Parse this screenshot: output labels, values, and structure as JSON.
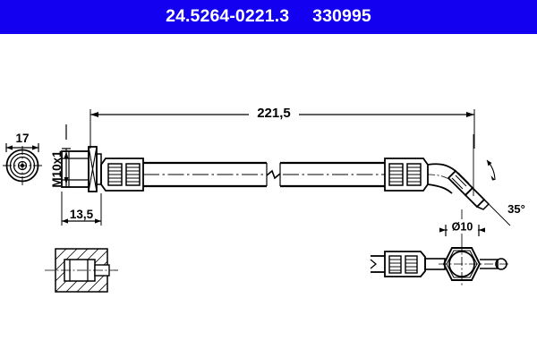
{
  "header": {
    "part_number": "24.5264-0221.3",
    "reference_number": "330995",
    "background_color": "#1300f0",
    "text_color": "#ffffff"
  },
  "drawing": {
    "line_color": "#000000",
    "background_color": "#ffffff",
    "dimensions": {
      "overall_length": "221,5",
      "fitting_width": "17",
      "fitting_length": "13,5",
      "thread_spec": "M10x1",
      "bore_diameter": "Ø10",
      "end_angle": "35°"
    },
    "icon_names": {
      "end_view": "concentric-circles-end-view-icon",
      "break_symbol": "hose-break-symbol-icon",
      "section_hatch": "cross-section-hatch-icon"
    }
  }
}
